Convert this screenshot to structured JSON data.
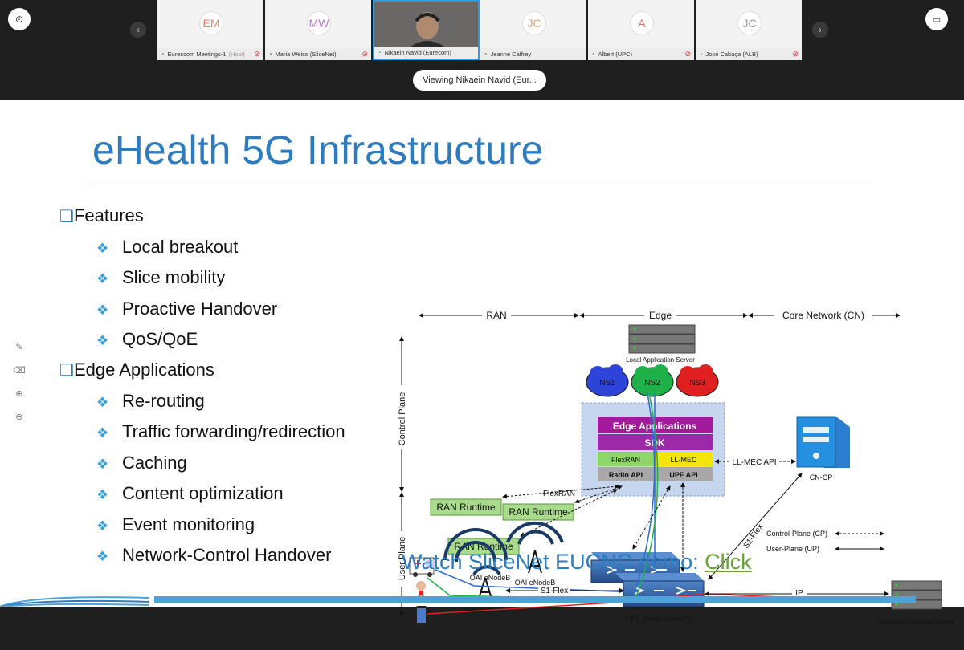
{
  "meeting": {
    "viewing_label": "Viewing Nikaein Navid (Eur...",
    "participants": [
      {
        "initials": "EM",
        "name": "Eurescom Meetings-1",
        "host": "(Host)",
        "color": "#e8836f"
      },
      {
        "initials": "MW",
        "name": "Maria Weiss (SliceNet)",
        "host": "",
        "color": "#b07fc8"
      },
      {
        "initials": "",
        "name": "Nikaein Navid (Eurecom)",
        "host": "",
        "color": "#000000"
      },
      {
        "initials": "JC",
        "name": "Jeanne Caffrey",
        "host": "",
        "color": "#e8a070"
      },
      {
        "initials": "A",
        "name": "Albert (UPC)",
        "host": "",
        "color": "#e8705f"
      },
      {
        "initials": "JC",
        "name": "José Cabaça (ALB)",
        "host": "",
        "color": "#9a9a9a"
      }
    ],
    "icons": {
      "left": "info-icon",
      "right": "layout-icon",
      "prev": "chevron-left-icon",
      "next": "chevron-right-icon"
    }
  },
  "slide": {
    "title": "eHealth 5G Infrastructure",
    "features_heading": "Features",
    "features": [
      "Local breakout",
      "Slice mobility",
      "Proactive Handover",
      "QoS/QoE"
    ],
    "edge_heading": "Edge Applications",
    "edge_items": [
      "Re-routing",
      "Traffic forwarding/redirection",
      "Caching",
      "Content optimization",
      "Event monitoring",
      "Network-Control Handover"
    ],
    "demo_text": "Watch SliceNet EUCNC demo:",
    "demo_link": "Click"
  },
  "diagram": {
    "ran": "RAN",
    "edge": "Edge",
    "core": "Core Network (CN)",
    "control_plane": "Control Plane",
    "user_plane": "User Plane",
    "local_server": "Local Application Server",
    "ns1": "NS1",
    "ns2": "NS2",
    "ns3": "NS3",
    "edge_apps": "Edge Applications",
    "sdk": "SDK",
    "flexran": "FlexRAN",
    "llmec": "LL-MEC",
    "radio_api": "Radio API",
    "upf_api": "UPF API",
    "llmec_api": "LL-MEC API",
    "cncp": "CN-CP",
    "ran_runtime": "RAN Runtime",
    "ran_runtime_2": "RAN Runtime",
    "ran_runtime_3": "RAN Runtime",
    "flexran_label": "FlexRAN",
    "s1flex": "S1-Flex",
    "s1flex2": "S1-Flex",
    "cp_legend": "Control-Plane (CP)",
    "up_legend": "User-Plane (UP)",
    "oai1": "OAI eNodeB",
    "oai2": "OAI eNodeB",
    "oai3": "OAI eNodeB",
    "ip": "IP",
    "upf": "UPF (Open vSwitch)",
    "remote_server": "Remote Application Server"
  },
  "colors": {
    "title": "#2e7bbd",
    "accent": "#4ba3d8",
    "link": "#6aa038"
  }
}
